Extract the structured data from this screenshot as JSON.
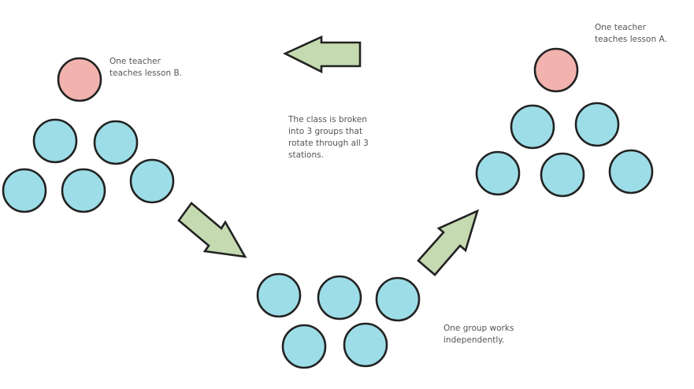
{
  "labels": {
    "teacher_b": "One teacher\nteaches lesson B.",
    "center": "The class is broken\ninto 3 groups that\nrotate through all 3\nstations.",
    "teacher_a": "One teacher\nteaches lesson A.",
    "independent": "One group works\nindependently."
  },
  "colors": {
    "teacher": "#f2b3ae",
    "student": "#9ddde7",
    "arrow_fill": "#c5dab0",
    "outline": "#222222",
    "text": "#555555"
  }
}
